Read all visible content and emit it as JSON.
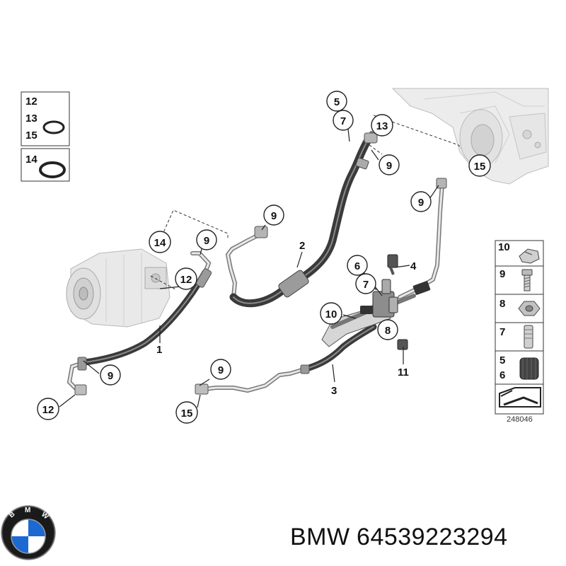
{
  "callouts": {
    "c5_top": "5",
    "c7_top": "7",
    "c13_top": "13",
    "c9_top": "9",
    "c15_top": "15",
    "c9_right": "9",
    "c9_mid": "9",
    "c14": "14",
    "c9_left": "9",
    "c12_left": "12",
    "c6": "6",
    "c7_mid": "7",
    "c10": "10",
    "c8": "8",
    "c9_bottom_left": "9",
    "c12_bottom": "12",
    "c9_bottom_mid": "9",
    "c15_bottom": "15"
  },
  "labels": {
    "part1": "1",
    "part2": "2",
    "part3": "3",
    "part4": "4",
    "part11": "11"
  },
  "seal_legend": {
    "row1": [
      "12",
      "13",
      "15"
    ],
    "row2": [
      "14"
    ]
  },
  "parts_legend": {
    "rows": [
      {
        "nums": [
          "10"
        ],
        "icon": "clip-icon"
      },
      {
        "nums": [
          "9"
        ],
        "icon": "bolt-icon"
      },
      {
        "nums": [
          "8"
        ],
        "icon": "nut-icon"
      },
      {
        "nums": [
          "7"
        ],
        "icon": "valve-core-icon"
      },
      {
        "nums": [
          "5",
          "6"
        ],
        "icon": "cap-icon"
      },
      {
        "nums": [],
        "icon": "shim-icon"
      }
    ]
  },
  "diagram_id": "248046",
  "caption": {
    "brand": "BMW",
    "part_number": "64539223294"
  },
  "logo": {
    "text": "BMW",
    "colors": {
      "ring": "#111111",
      "blue": "#1c69d4",
      "white": "#ffffff"
    }
  }
}
